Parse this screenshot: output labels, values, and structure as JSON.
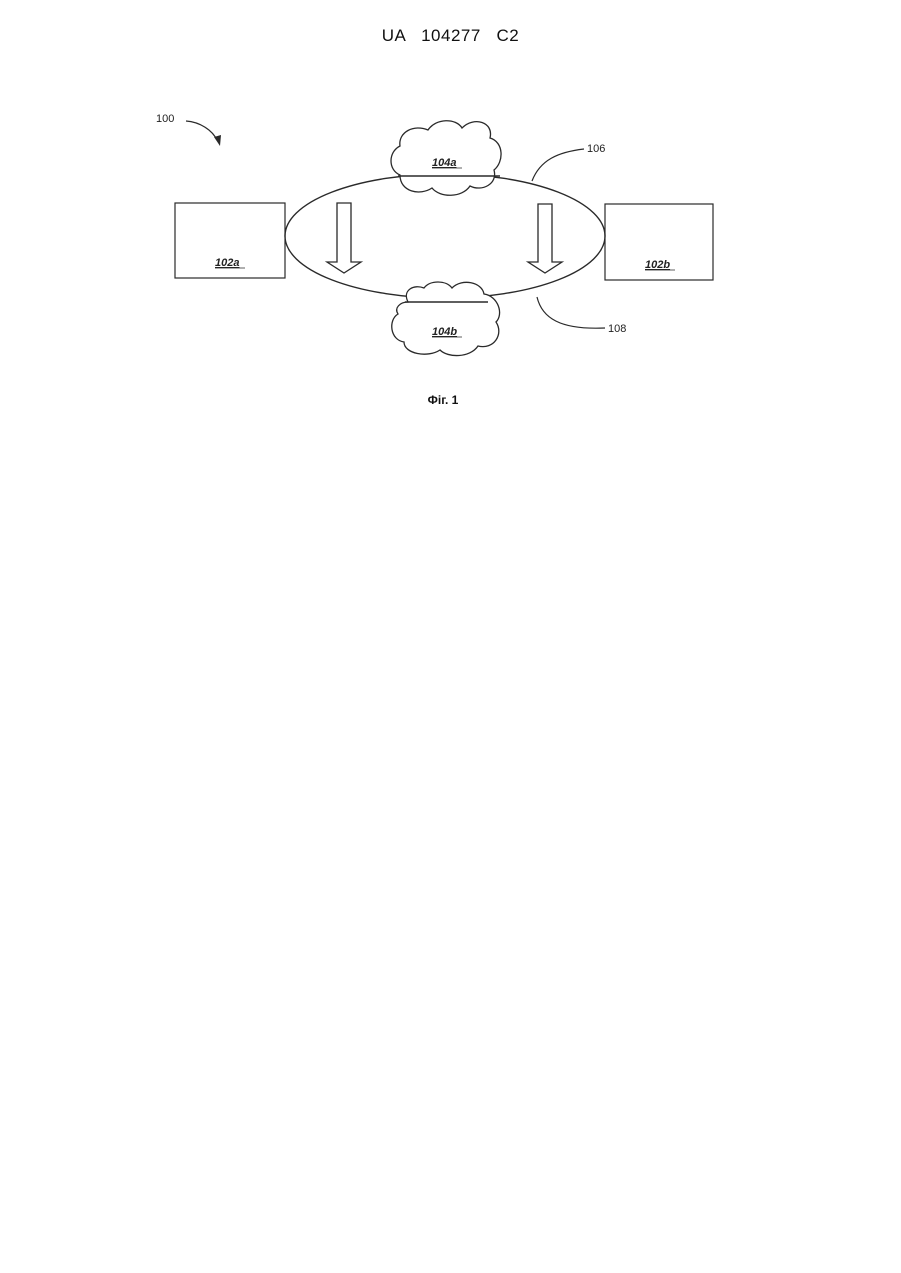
{
  "header": {
    "patent_number": "UA   104277   C2"
  },
  "figure": {
    "system_ref": "100",
    "device_left_label": "102a",
    "device_right_label": "102b",
    "cloud_top_label": "104a",
    "cloud_bottom_label": "104b",
    "path_top_ref": "106",
    "path_bottom_ref": "108",
    "caption": "Фіг. 1"
  }
}
